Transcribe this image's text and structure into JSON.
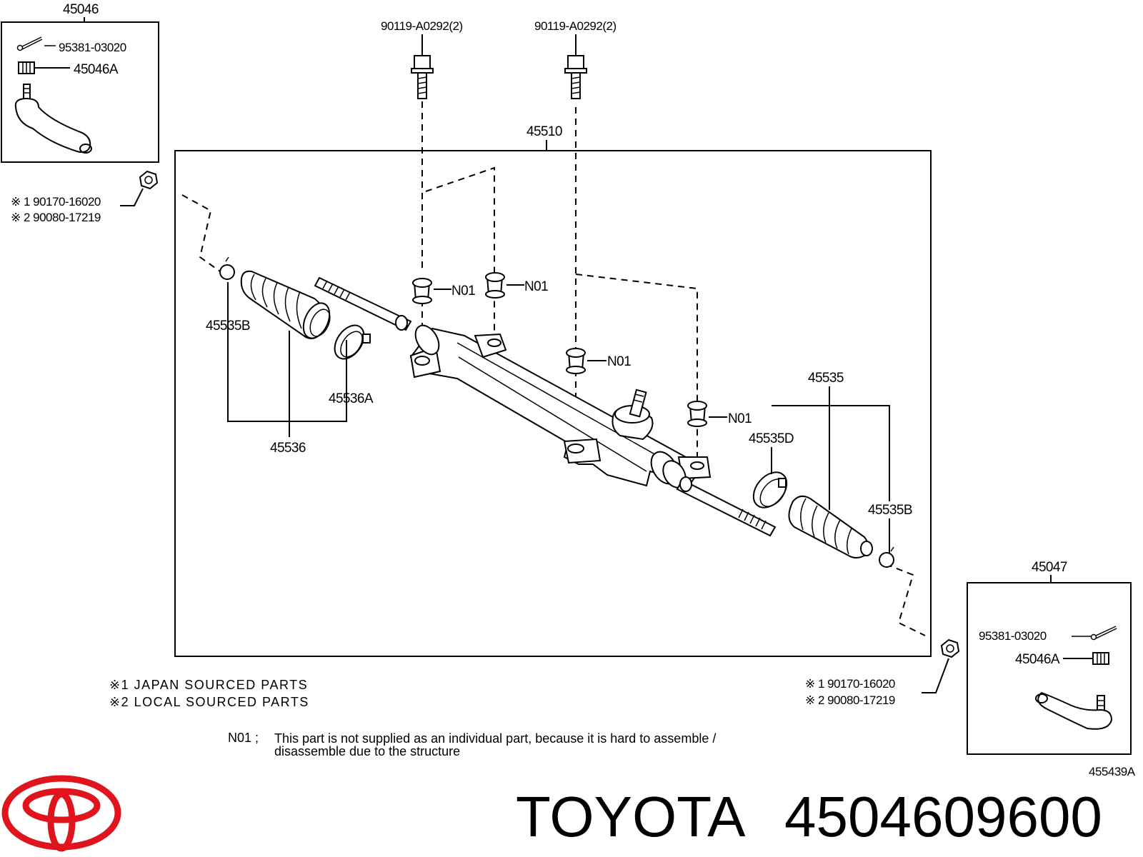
{
  "inset_left": {
    "title": "45046",
    "cotter_pin": "95381-03020",
    "nut": "45046A"
  },
  "inset_right": {
    "title": "45047",
    "cotter_pin": "95381-03020",
    "nut": "45046A"
  },
  "left_nut_refs": [
    "※ 1 90170-16020",
    "※ 2 90080-17219"
  ],
  "right_nut_refs": [
    "※ 1 90170-16020",
    "※ 2 90080-17219"
  ],
  "bolts": [
    "90119-A0292(2)",
    "90119-A0292(2)"
  ],
  "main_box_label": "45510",
  "parts": {
    "boot_clamp_left": "45535B",
    "clamp_left": "45536A",
    "boot_assy_left": "45536",
    "boot_set_right": "45535",
    "clamp_right": "45535D",
    "boot_clamp_right": "45535B"
  },
  "bushing_label": "N01",
  "notes": {
    "japan": "※1 JAPAN SOURCED PARTS",
    "local": "※2 LOCAL SOURCED PARTS",
    "n01_key": "N01 ;",
    "n01_line1": "This part is not supplied as an individual part, because it is hard to assemble /",
    "n01_line2": "disassemble due to the structure"
  },
  "diagram_id": "455439A",
  "brand": "TOYOTA",
  "part_number": "4504609600",
  "logo_color": "#e0141c"
}
